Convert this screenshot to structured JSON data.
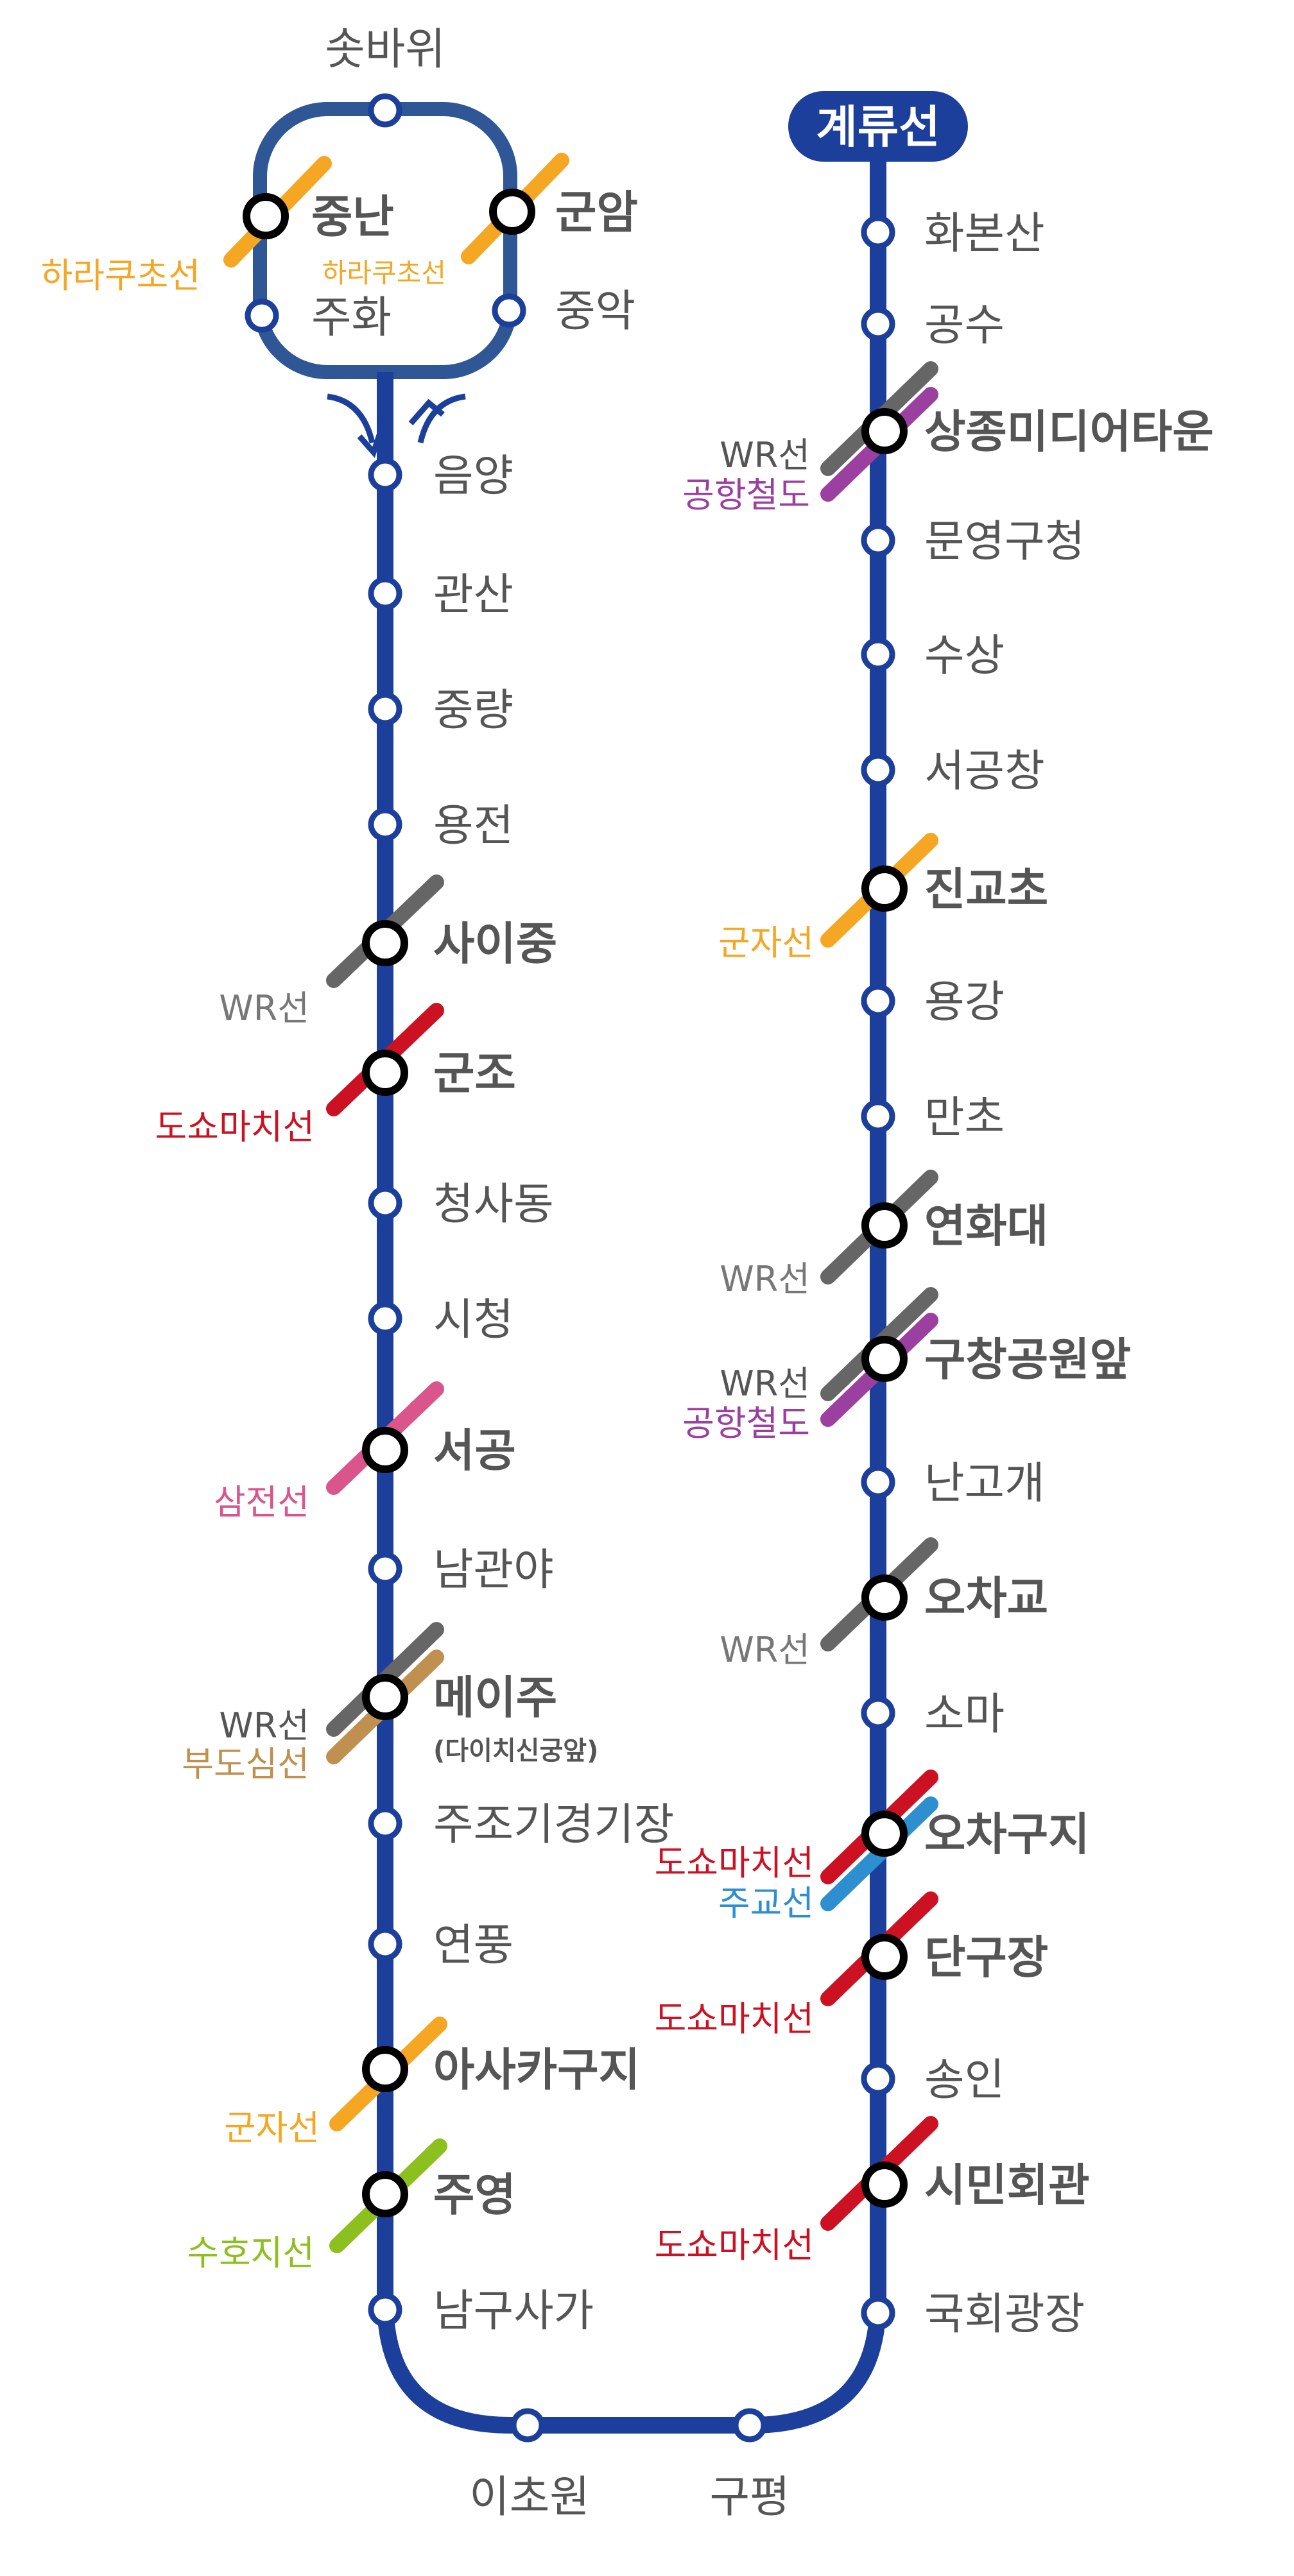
{
  "colors": {
    "main_line": "#1B3F9A",
    "loop_line": "#2F5796",
    "station_text": "#555555",
    "transfer_text": "#555555"
  },
  "line_badge": {
    "label": "계류선"
  },
  "transfer_lines": {
    "harakuku": {
      "label": "하라쿠초선",
      "color": "#F5A623"
    },
    "wr": {
      "label": "WR선",
      "color": "#666666"
    },
    "airport": {
      "label": "공항철도",
      "color": "#9B3FA0"
    },
    "gunja": {
      "label": "군자선",
      "color": "#F5A623"
    },
    "dosho": {
      "label": "도쇼마치선",
      "color": "#CC1122"
    },
    "samjeon": {
      "label": "삼전선",
      "color": "#D9558C"
    },
    "budosim": {
      "label": "부도심선",
      "color": "#C09050"
    },
    "suhoji": {
      "label": "수호지선",
      "color": "#8CC01E"
    },
    "jugyo": {
      "label": "주교선",
      "color": "#2E8FD0"
    }
  },
  "stations": {
    "sotbawi": "솟바위",
    "jungnan": "중난",
    "gunam": "군암",
    "juhwa": "주화",
    "jungak": "중악",
    "eumyang": "음양",
    "gwansan": "관산",
    "jungryang": "중량",
    "yongjeon": "용전",
    "saijung": "사이중",
    "gunjo": "군조",
    "cheongsadong": "청사동",
    "sicheong": "시청",
    "seogong": "서공",
    "namgwanya": "남관야",
    "meiju": "메이주",
    "meiju_sub": "(다이치신궁앞)",
    "jujogi": "주조기경기장",
    "yeonpung": "연풍",
    "asakaguji": "아사카구지",
    "juyeong": "주영",
    "namgusaga": "남구사가",
    "ichowon": "이초원",
    "gupyeong": "구평",
    "hwabonsan": "화본산",
    "gongsu": "공수",
    "sangjong": "상종미디어타운",
    "munyeong": "문영구청",
    "susang": "수상",
    "seogongchang": "서공창",
    "jingyocho": "진교초",
    "yonggang": "용강",
    "mancho": "만초",
    "yeonhwadae": "연화대",
    "guchang": "구창공원앞",
    "nangogae": "난고개",
    "ochagyo": "오차교",
    "soma": "소마",
    "ochaguji": "오차구지",
    "dangujang": "단구장",
    "songin": "송인",
    "siminhoegwan": "시민회관",
    "gukhoe": "국회광장"
  }
}
